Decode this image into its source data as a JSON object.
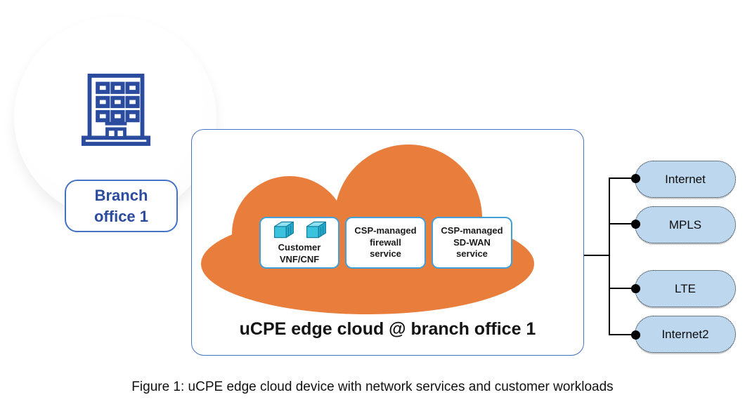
{
  "branch": {
    "line1": "Branch",
    "line2": "office 1"
  },
  "device": {
    "title": "uCPE edge cloud @ branch office 1",
    "services": [
      {
        "line1": "Customer",
        "line2": "VNF/CNF"
      },
      {
        "line1": "CSP-managed",
        "line2": "firewall",
        "line3": "service"
      },
      {
        "line1": "CSP-managed",
        "line2": "SD-WAN",
        "line3": "service"
      }
    ]
  },
  "networks": [
    {
      "label": "Internet"
    },
    {
      "label": "MPLS"
    },
    {
      "label": "LTE"
    },
    {
      "label": "Internet2"
    }
  ],
  "caption": "Figure 1: uCPE edge cloud device with network services and customer workloads",
  "colors": {
    "cloud_orange": "#E87D3C",
    "pill_blue": "#BDD7EE",
    "blue_dark": "#2A4B9E",
    "blue_border": "#4472C4",
    "service_box_border": "#41A0D8",
    "cube_fill": "#3BC3DE",
    "cube_top": "#8FE0F0",
    "cube_side": "#25A9CC",
    "cube_stroke": "#147E9E"
  }
}
